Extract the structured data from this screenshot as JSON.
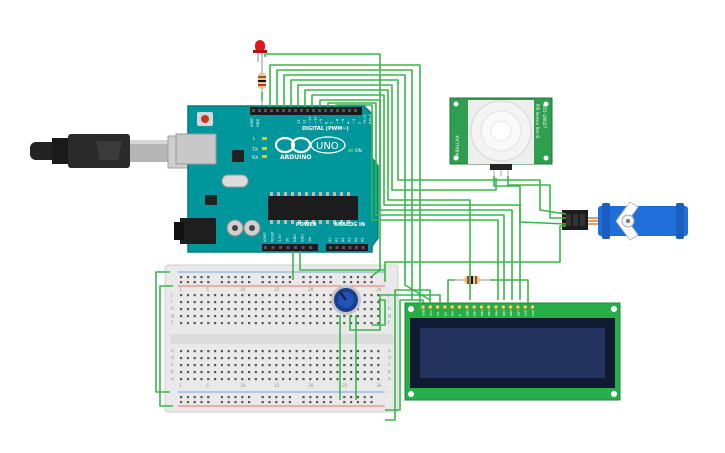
{
  "arduino": {
    "brand": "ARDUINO",
    "model": "UNO",
    "digital_label": "DIGITAL (PWM~)",
    "power_label": "POWER",
    "analog_label": "ANALOG IN",
    "tx_label": "TX",
    "rx_label": "RX",
    "l_label": "L",
    "on_label": "ON",
    "aref_label": "AREF",
    "gnd_label": "GND",
    "power_pins": [
      "IOREF",
      "RESET",
      "3.3V",
      "5V",
      "GND",
      "GND",
      "Vin"
    ],
    "analog_pins": [
      "A0",
      "A1",
      "A2",
      "A3",
      "A4",
      "A5"
    ],
    "digital_pins": [
      "13",
      "12",
      "~11",
      "~10",
      "~9",
      "8",
      "7",
      "~6",
      "~5",
      "4",
      "~3",
      "2",
      "TX→1",
      "RX←0"
    ]
  },
  "pir": {
    "side_left": "PARALLAX",
    "side_right": "555-28027",
    "side_top": "PIR Sensor Rev B"
  },
  "breadboard": {
    "rows": [
      "a",
      "b",
      "c",
      "d",
      "e",
      "f",
      "g",
      "h",
      "i",
      "j"
    ],
    "column_numbers": [
      "1",
      "5",
      "10",
      "15",
      "20",
      "25",
      "30"
    ]
  },
  "lcd": {
    "pins": [
      "GND",
      "VCC",
      "V0",
      "RS",
      "RW",
      "E",
      "DB0",
      "DB1",
      "DB2",
      "DB3",
      "DB4",
      "DB5",
      "DB6",
      "DB7",
      "LED",
      "LED"
    ]
  },
  "colors": {
    "wire": "#3ab54a",
    "arduino": "#00979c",
    "lcd_board": "#27ae4a",
    "lcd_screen": "#1d2b4a",
    "pir_board": "#2e9e4f",
    "servo": "#1e6fd9",
    "led": "#e3141b",
    "breadboard": "#e9e9e9"
  }
}
